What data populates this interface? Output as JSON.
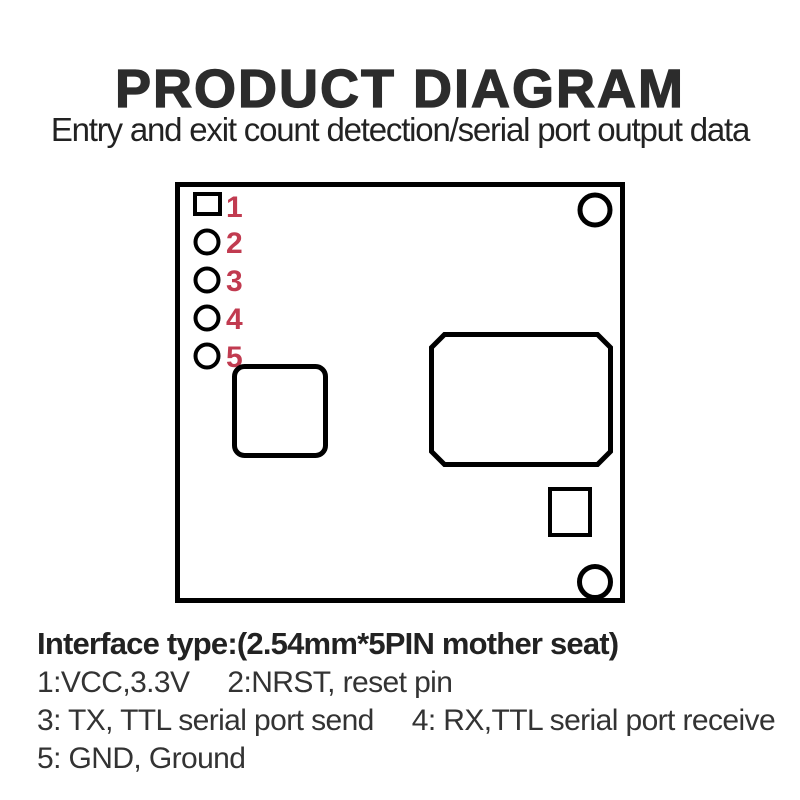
{
  "header": {
    "title": "PRODUCT DIAGRAM",
    "subtitle": "Entry and exit count detection/serial port output data"
  },
  "board": {
    "description": "pcb-outline-with-components",
    "pins": [
      {
        "number": "1",
        "shape": "square"
      },
      {
        "number": "2",
        "shape": "circle"
      },
      {
        "number": "3",
        "shape": "circle"
      },
      {
        "number": "4",
        "shape": "circle"
      },
      {
        "number": "5",
        "shape": "circle"
      }
    ],
    "colors": {
      "outline": "#000000",
      "pin_number": "#c13b50",
      "board_fill": "#ffffff"
    }
  },
  "legend": {
    "heading": "Interface type:(2.54mm*5PIN mother seat)",
    "rows": [
      {
        "items": [
          "1:VCC,3.3V",
          "2:NRST, reset pin"
        ]
      },
      {
        "items": [
          "3: TX, TTL serial port send",
          "4: RX,TTL serial port receive"
        ]
      },
      {
        "items": [
          "5: GND, Ground"
        ]
      }
    ]
  }
}
